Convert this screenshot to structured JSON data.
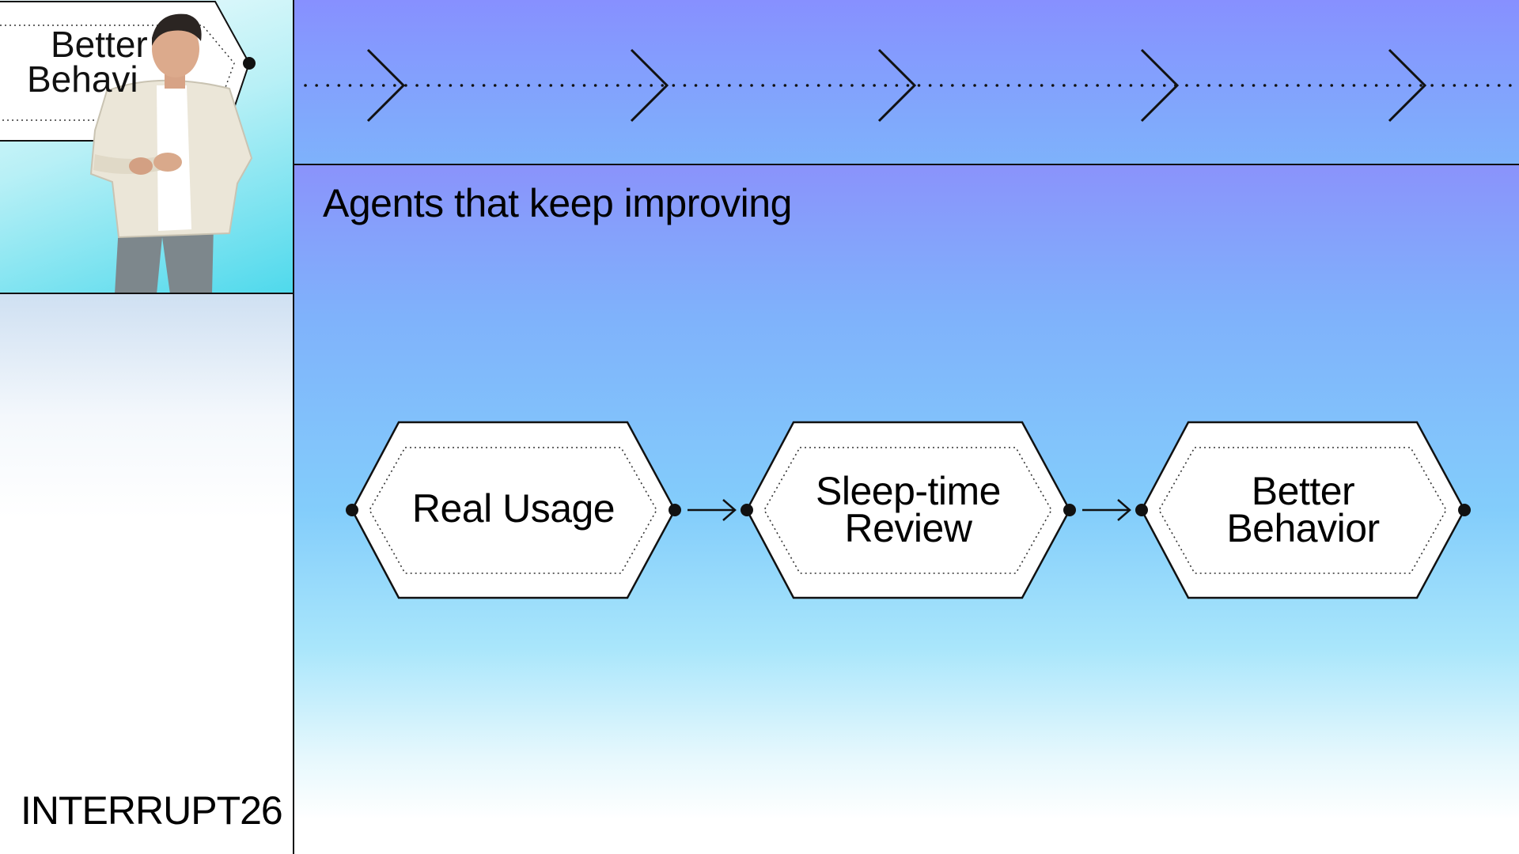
{
  "speaker_panel": {
    "slide_preview_label": "Better Behavior"
  },
  "conference": {
    "logo_text": "INTERRUPT26"
  },
  "slide": {
    "title": "Agents that keep improving",
    "nodes": [
      {
        "label": "Real Usage"
      },
      {
        "label": "Sleep-time Review"
      },
      {
        "label": "Better Behavior"
      }
    ]
  },
  "colors": {
    "slide_gradient_top": "#8790ff",
    "slide_gradient_mid": "#83cdfb",
    "slide_gradient_bottom": "#ffffff",
    "outline": "#111111",
    "node_fill": "#ffffff"
  },
  "icons": {
    "progress_chevron": "chevron-right-icon",
    "flow_arrow": "arrow-right-icon",
    "connector_dot": "dot-icon"
  }
}
